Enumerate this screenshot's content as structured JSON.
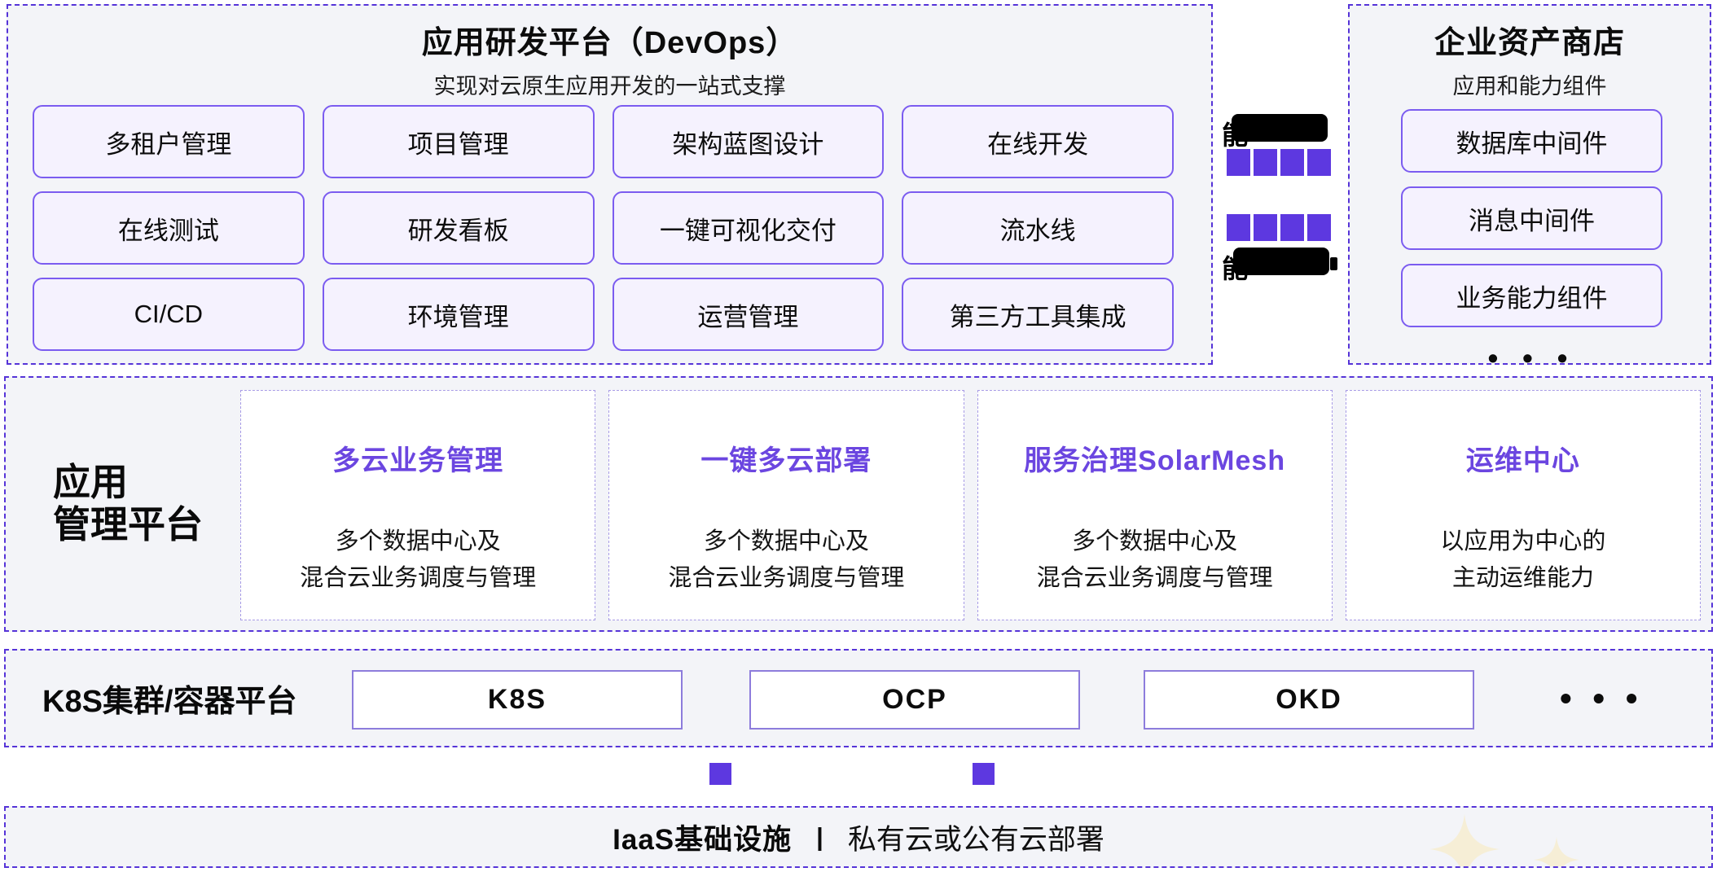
{
  "colors": {
    "panel_bg": "#f3f4f8",
    "dashed_border": "#5634d8",
    "chip_bg": "#f5f2fe",
    "chip_border": "#7b5cf0",
    "accent_purple": "#6b46e0",
    "arrow_square": "#5d38e0",
    "card_border": "#a89ce6",
    "k8s_border": "#8d7cdc",
    "sparkle": "#f6eed6"
  },
  "devops": {
    "title": "应用研发平台（DevOps）",
    "subtitle": "实现对云原生应用开发的一站式支撑",
    "items": [
      "多租户管理",
      "项目管理",
      "架构蓝图设计",
      "在线开发",
      "在线测试",
      "研发看板",
      "一键可视化交付",
      "流水线",
      "CI/CD",
      "环境管理",
      "运营管理",
      "第三方工具集成"
    ]
  },
  "connector": {
    "partial_char_top": "能",
    "partial_char_bottom": "能"
  },
  "asset_store": {
    "title": "企业资产商店",
    "subtitle": "应用和能力组件",
    "items": [
      "数据库中间件",
      "消息中间件",
      "业务能力组件"
    ],
    "ellipsis": "• • •"
  },
  "app_mgmt": {
    "label_lines": [
      "应用",
      "管理平台"
    ],
    "cards": [
      {
        "title": "多云业务管理",
        "desc": [
          "多个数据中心及",
          "混合云业务调度与管理"
        ]
      },
      {
        "title": "一键多云部署",
        "desc": [
          "多个数据中心及",
          "混合云业务调度与管理"
        ]
      },
      {
        "title": "服务治理SolarMesh",
        "desc": [
          "多个数据中心及",
          "混合云业务调度与管理"
        ]
      },
      {
        "title": "运维中心",
        "desc": [
          "以应用为中心的",
          "主动运维能力"
        ]
      }
    ]
  },
  "k8s": {
    "label": "K8S集群/容器平台",
    "items": [
      "K8S",
      "OCP",
      "OKD"
    ],
    "ellipsis": "• • •"
  },
  "iaas": {
    "label": "IaaS基础设施",
    "separator": "|",
    "desc": "私有云或公有云部署"
  }
}
